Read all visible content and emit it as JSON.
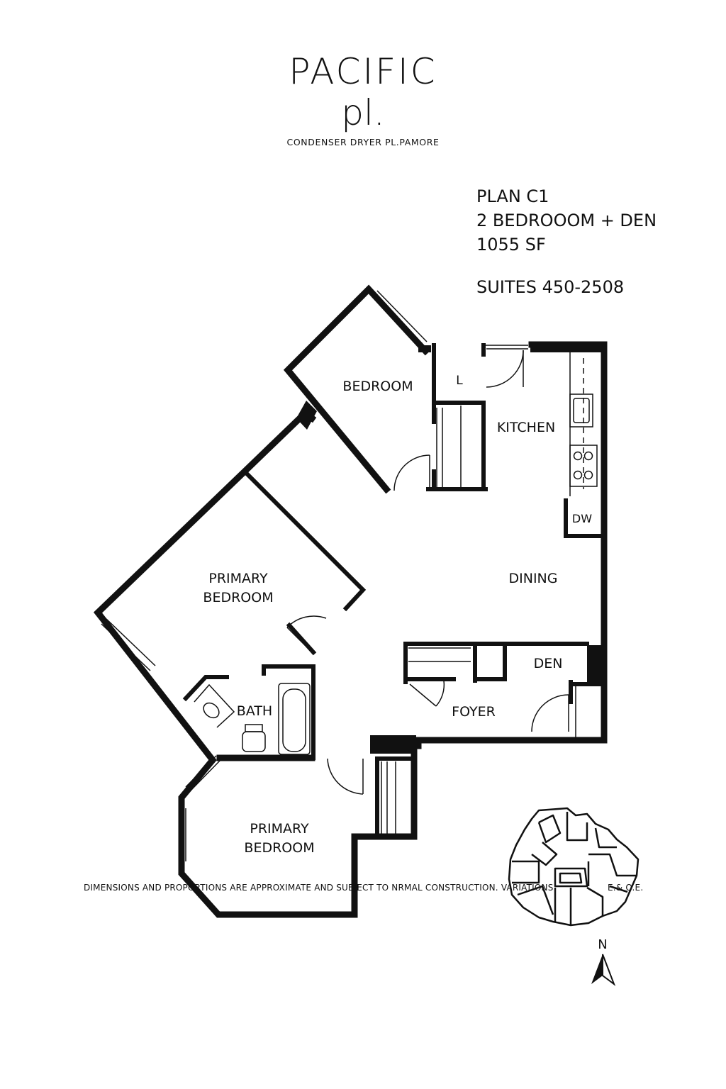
{
  "brand": {
    "line1": "PACIFIC",
    "line2": "pl.",
    "tagline": "CONDENSER DRYER PL.PAMORE"
  },
  "plan": {
    "name": "PLAN C1",
    "type": "2 BEDROOOM + DEN",
    "area": "1055 SF",
    "suites": "SUITES 450-2508"
  },
  "rooms": {
    "bedroom": "BEDROOM",
    "laundry": "L",
    "kitchen": "KITCHEN",
    "dishwasher": "DW",
    "primary_bedroom_1_line1": "PRIMARY",
    "primary_bedroom_1_line2": "BEDROOM",
    "dining": "DINING",
    "den": "DEN",
    "foyer": "FOYER",
    "bath": "BATH",
    "primary_bedroom_2_line1": "PRIMARY",
    "primary_bedroom_2_line2": "BEDROOM"
  },
  "compass": {
    "label": "N"
  },
  "footer": {
    "disclaimer": "DIMENSIONS AND PROPORTIONS ARE APPROXIMATE AND SUBJECT TO NRMAL CONSTRUCTION. VARIATIONS",
    "eoe": "E.& O.E."
  },
  "colors": {
    "ink": "#111111",
    "background": "#ffffff"
  }
}
